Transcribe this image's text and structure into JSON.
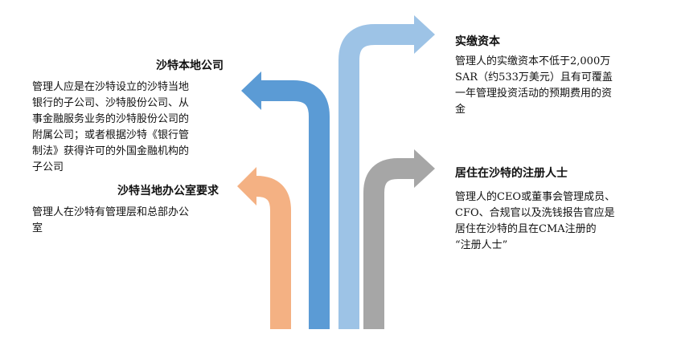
{
  "items": [
    {
      "title": "沙特本地公司",
      "lines": [
        "管理人应是在沙特设立的沙特当地",
        "银行的子公司、沙特股份公司、从",
        "事金融服务业务的沙特股份公司的",
        "附属公司；或者根据沙特《银行管",
        "制法》获得许可的外国金融机构的",
        "子公司"
      ],
      "color": "#5b9bd5"
    },
    {
      "title": "沙特当地办公室要求",
      "lines": [
        "管理人在沙特有管理层和总部办公",
        "室"
      ],
      "color": "#f4b183"
    },
    {
      "title": "实缴资本",
      "lines": [
        "管理人的实缴资本不低于2,000万",
        "SAR（约533万美元）且有可覆盖",
        "一年管理投资活动的预期费用的资",
        "金"
      ],
      "color": "#9dc3e6"
    },
    {
      "title": "居住在沙特的注册人士",
      "lines": [
        "管理人的CEO或董事会管理成员、",
        "CFO、合规官以及洗钱报告官应是",
        "居住在沙特的且在CMA注册的",
        "“注册人士”"
      ],
      "color": "#a6a6a6"
    }
  ]
}
